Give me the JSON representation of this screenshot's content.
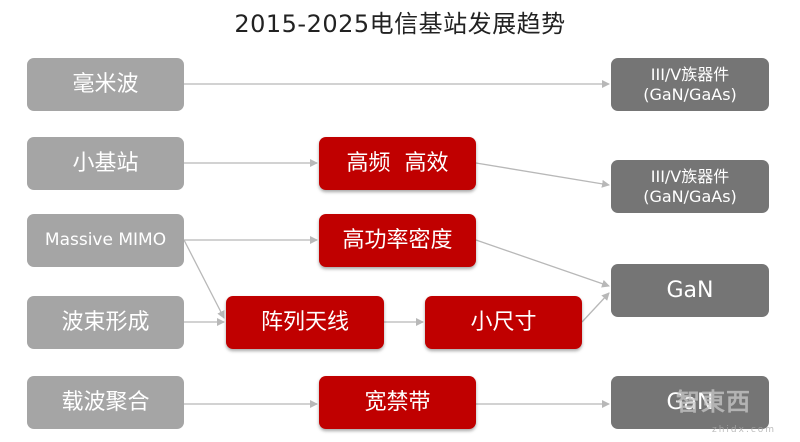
{
  "title": "2015-2025电信基站发展趋势",
  "left_nodes": [
    "毫米波",
    "小基站",
    "Massive MIMO",
    "波束形成",
    "载波聚合"
  ],
  "middle_nodes": [
    "高频  高效",
    "高功率密度",
    "阵列天线",
    "小尺寸",
    "宽禁带"
  ],
  "right_nodes": [
    {
      "line1": "III/V族器件",
      "line2": "(GaN/GaAs)"
    },
    {
      "line1": "III/V族器件",
      "line2": "(GaN/GaAs)"
    },
    {
      "line1": "GaN"
    },
    {
      "line1": "GaN"
    }
  ],
  "watermark": {
    "logo": "智東西",
    "url": "zhidx.com"
  },
  "colors": {
    "left_box": "#a5a5a5",
    "middle_box": "#c00000",
    "right_box": "#757575",
    "arrow": "#b8b8b8"
  }
}
